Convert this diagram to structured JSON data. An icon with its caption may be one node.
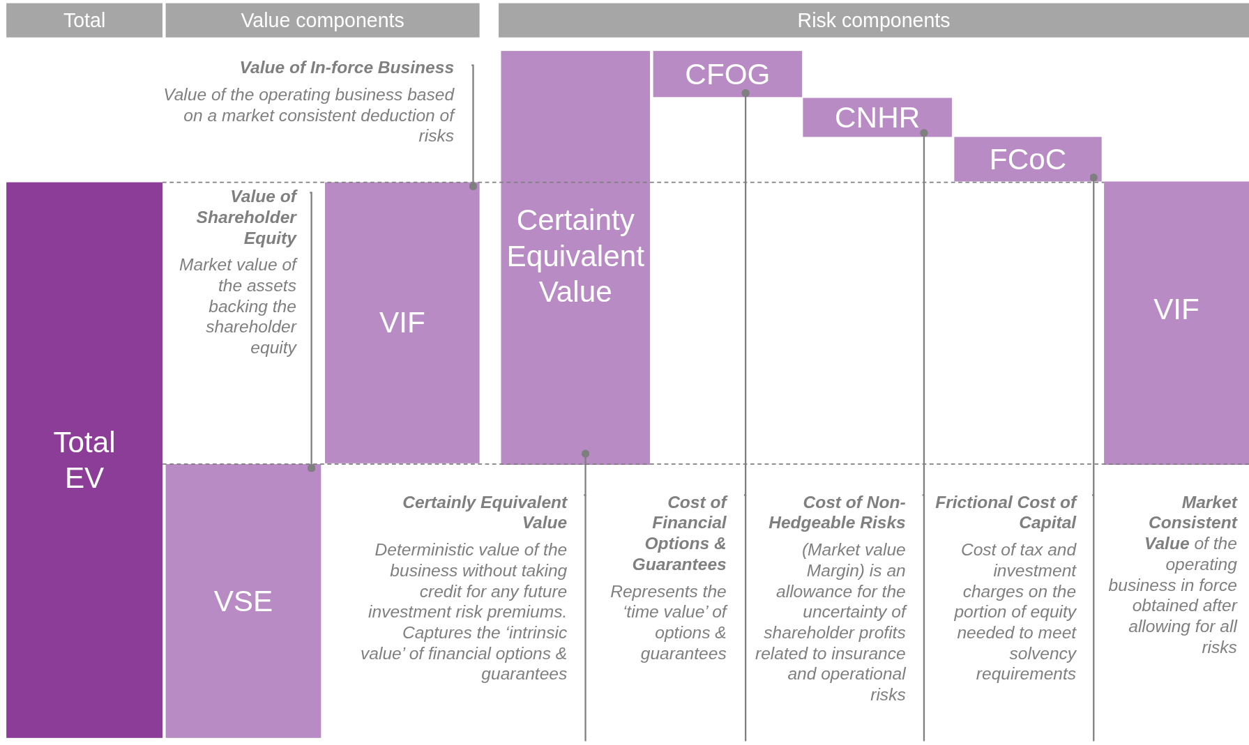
{
  "diagram": {
    "nodes": [
      {
        "text": [
          "Total"
        ]
      },
      {
        "text": [
          "Value components"
        ]
      },
      {
        "text": [
          "Risk components"
        ]
      },
      {
        "text": [
          "Value of In-force Business",
          "Value of the operating business based on a market consistent deduction of risks"
        ]
      },
      {
        "text": [
          "Certainty Equivalent Value"
        ]
      },
      {
        "text": [
          "CFOG"
        ]
      },
      {
        "text": [
          "CNHR"
        ]
      },
      {
        "text": [
          "FCoC"
        ]
      },
      {
        "text": [
          "Total EV"
        ]
      },
      {
        "text": [
          "Value of Shareholder Equity",
          "Market value of the assets backing the shareholder equity"
        ]
      },
      {
        "text": [
          "VIF"
        ]
      },
      {
        "text": [
          "VIF"
        ]
      },
      {
        "text": [
          "VSE"
        ]
      },
      {
        "text": [
          "Certainly Equivalent Value",
          "Deterministic value of the business without taking credit for any future investment risk premiums.  Captures the ‘intrinsic value’ of financial options & guarantees"
        ]
      },
      {
        "text": [
          "Cost of Financial Options & Guarantees",
          "Represents the ‘time value’ of options & guarantees"
        ]
      },
      {
        "text": [
          "Cost of Non-Hedgeable Risks",
          "(Market value Margin) is an allowance for the uncertainty of shareholder profits related to insurance and operational risks"
        ]
      },
      {
        "text": [
          "Frictional Cost of Capital",
          "Cost of tax and investment charges on the portion of equity needed to meet solvency requirements"
        ]
      },
      {
        "text": [
          "**Market Consistent Value** of the operating business in force obtained after allowing for all risks"
        ]
      }
    ],
    "edges": [
      {
        "from": 3,
        "to": 10,
        "arrow": "other"
      },
      {
        "from": 9,
        "to": 12,
        "arrow": "other"
      },
      {
        "from": 13,
        "to": 4,
        "arrow": "other"
      },
      {
        "from": 14,
        "to": 5,
        "arrow": "other"
      },
      {
        "from": 15,
        "to": 6,
        "arrow": "other"
      },
      {
        "from": 16,
        "to": 7,
        "arrow": "other"
      }
    ]
  }
}
